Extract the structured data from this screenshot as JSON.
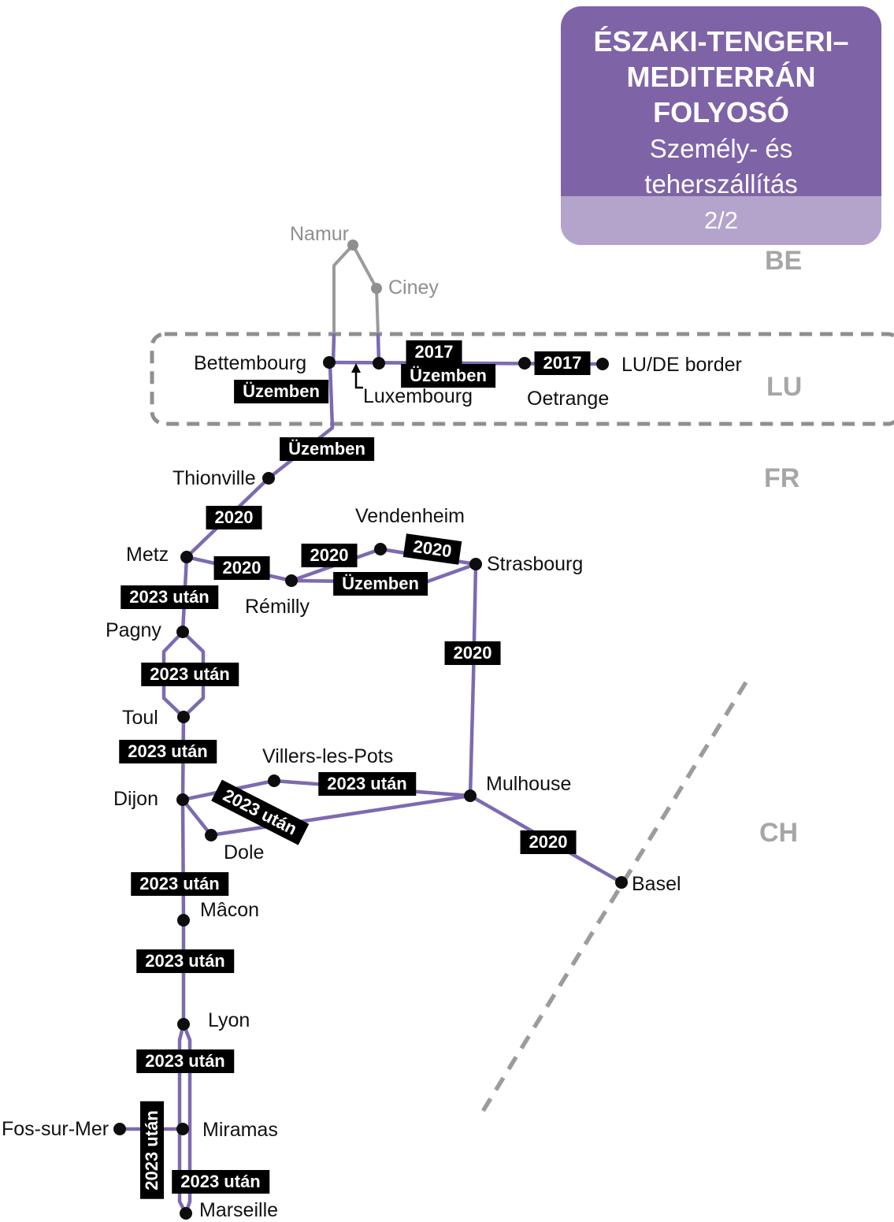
{
  "header": {
    "title": [
      "ÉSZAKI-TENGERI–",
      "MEDITERRÁN",
      "FOLYOSÓ"
    ],
    "subtitle": [
      "Személy- és",
      "teherszállítás"
    ],
    "page": "2/2"
  },
  "regions": [
    "BE",
    "LU",
    "FR",
    "CH"
  ],
  "cities": [
    "Namur",
    "Ciney",
    "Bettembourg",
    "Luxembourg",
    "Oetrange",
    "LU/DE border",
    "Thionville",
    "Metz",
    "Vendenheim",
    "Strasbourg",
    "Rémilly",
    "Pagny",
    "Toul",
    "Villers-les-Pots",
    "Mulhouse",
    "Dijon",
    "Dole",
    "Basel",
    "Mâcon",
    "Lyon",
    "Fos-sur-Mer",
    "Miramas",
    "Marseille"
  ],
  "statuses": [
    "2017",
    "Üzemben",
    "2017",
    "Üzemben",
    "Üzemben",
    "2020",
    "2020",
    "2020",
    "2020",
    "Üzemben",
    "2023 után",
    "2020",
    "2023 után",
    "2023 után",
    "2023 után",
    "2023 után",
    "2020",
    "2023 után",
    "2023 után",
    "2023 után",
    "2023 után",
    "2023 után"
  ],
  "colors": {
    "header_bg": "#7f63a7",
    "header_band": "#b4a4cb",
    "route": "#7d6ab0",
    "inactive_route": "#9b9b9b",
    "status_bg": "#000000",
    "status_text": "#ffffff",
    "region_text": "#a6a6a6",
    "city_text": "#111111"
  }
}
